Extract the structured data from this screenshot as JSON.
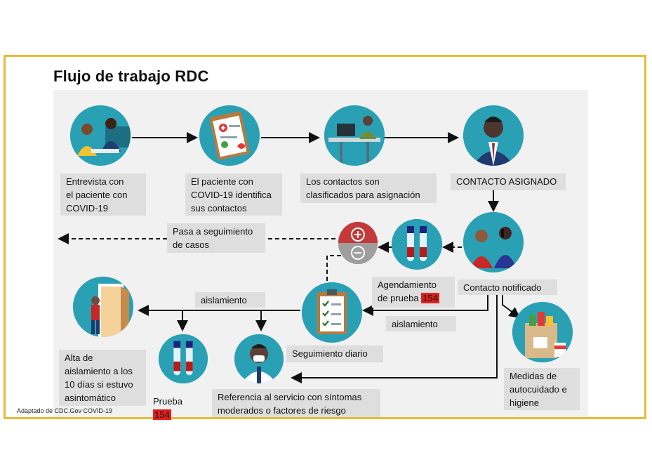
{
  "title": "Flujo de trabajo RDC",
  "footnote": "Adaptado de CDC.Gov COVID-19",
  "steps": {
    "interview": [
      "Entrevista con",
      "el paciente con",
      "COVID-19"
    ],
    "identify": [
      "El paciente con",
      "COVID-19 identifica",
      "sus contactos"
    ],
    "classified": [
      "Los contactos son",
      "clasificados para asignación"
    ],
    "assigned": "CONTACTO ASIGNADO",
    "notified": "Contacto notificado",
    "appointment": [
      "Agendamiento",
      "de prueba"
    ],
    "appointment_code": "154",
    "daily": "Seguimiento diario",
    "transfer": [
      "Pasa a seguimiento",
      "de casos"
    ],
    "isolation_top": "aislamiento",
    "isolation_right": "aislamiento",
    "discharge": [
      "Alta de",
      "aislamiento a los",
      "10 días si estuvo",
      "asintomático"
    ],
    "test": "Prueba",
    "test_code": "154",
    "referral": [
      "Referencia al servicio con síntomas",
      "moderados o factores de riesgo"
    ],
    "selfcare": [
      "Medidas de",
      "autocuidado e",
      "higiene"
    ]
  },
  "colors": {
    "accent_border": "#e9b93a",
    "circle_teal": "#2aa0b4",
    "code_red": "#e02020",
    "label_gray": "#dedede"
  },
  "icons": [
    "interview-icon",
    "clipboard-icon",
    "office-worker-icon",
    "man-suit-icon",
    "phone-call-icon",
    "test-tubes-icon",
    "plus-minus-icon",
    "checklist-icon",
    "door-exit-icon",
    "test-tubes-icon-2",
    "doctor-mask-icon",
    "supplies-icon"
  ]
}
